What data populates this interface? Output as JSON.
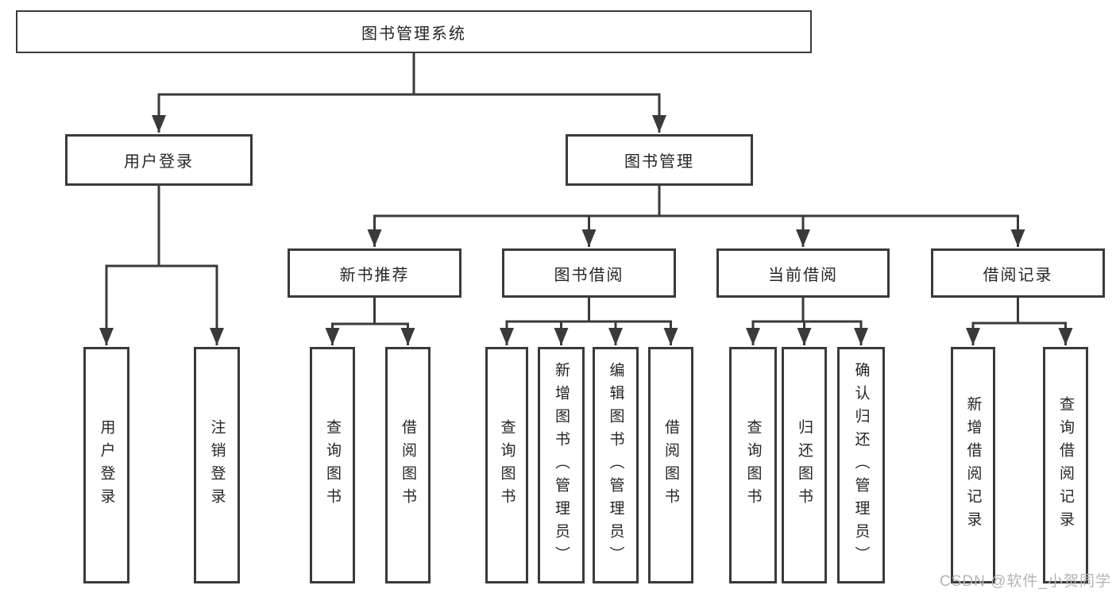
{
  "nodes": {
    "root": "图书管理系统",
    "login": "用户登录",
    "mgmt": "图书管理",
    "l3": [
      "新书推荐",
      "图书借阅",
      "当前借阅",
      "借阅记录"
    ],
    "login_leaves": [
      "用户登录",
      "注销登录"
    ],
    "new_leaves": [
      "查询图书",
      "借阅图书"
    ],
    "borrow_leaves": [
      "查询图书",
      "新增图书（管理员）",
      "编辑图书（管理员）",
      "借阅图书"
    ],
    "current_leaves": [
      "查询图书",
      "归还图书",
      "确认归还（管理员）"
    ],
    "record_leaves": [
      "新增借阅记录",
      "查询借阅记录"
    ]
  },
  "watermark": "CSDN @软件_小贺同学",
  "colors": {
    "line": "#3a3a3a",
    "text": "#262626",
    "watermark": "#b5b5b5",
    "background": "#ffffff"
  }
}
